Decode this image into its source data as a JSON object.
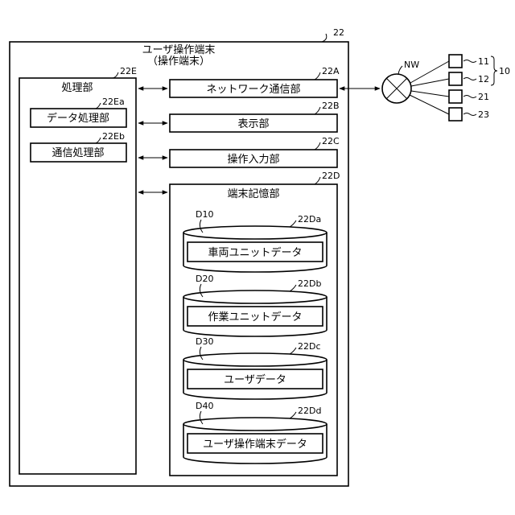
{
  "terminal": {
    "ref": "22",
    "title": "ユーザ操作端末",
    "subtitle": "（操作端末）"
  },
  "processing": {
    "ref": "22E",
    "label": "処理部",
    "data_processing": {
      "ref": "22Ea",
      "label": "データ処理部"
    },
    "comm_processing": {
      "ref": "22Eb",
      "label": "通信処理部"
    }
  },
  "network_comm": {
    "ref": "22A",
    "label": "ネットワーク通信部"
  },
  "display": {
    "ref": "22B",
    "label": "表示部"
  },
  "operation_input": {
    "ref": "22C",
    "label": "操作入力部"
  },
  "storage": {
    "ref": "22D",
    "label": "端末記憶部",
    "databases": [
      {
        "id": "D10",
        "ref": "22Da",
        "label": "車両ユニットデータ"
      },
      {
        "id": "D20",
        "ref": "22Db",
        "label": "作業ユニットデータ"
      },
      {
        "id": "D30",
        "ref": "22Dc",
        "label": "ユーザデータ"
      },
      {
        "id": "D40",
        "ref": "22Dd",
        "label": "ユーザ操作端末データ"
      }
    ]
  },
  "network": {
    "label": "NW",
    "nodes": [
      {
        "ref": "11"
      },
      {
        "ref": "12"
      },
      {
        "ref": "21"
      },
      {
        "ref": "23"
      }
    ],
    "group_ref": "10"
  }
}
